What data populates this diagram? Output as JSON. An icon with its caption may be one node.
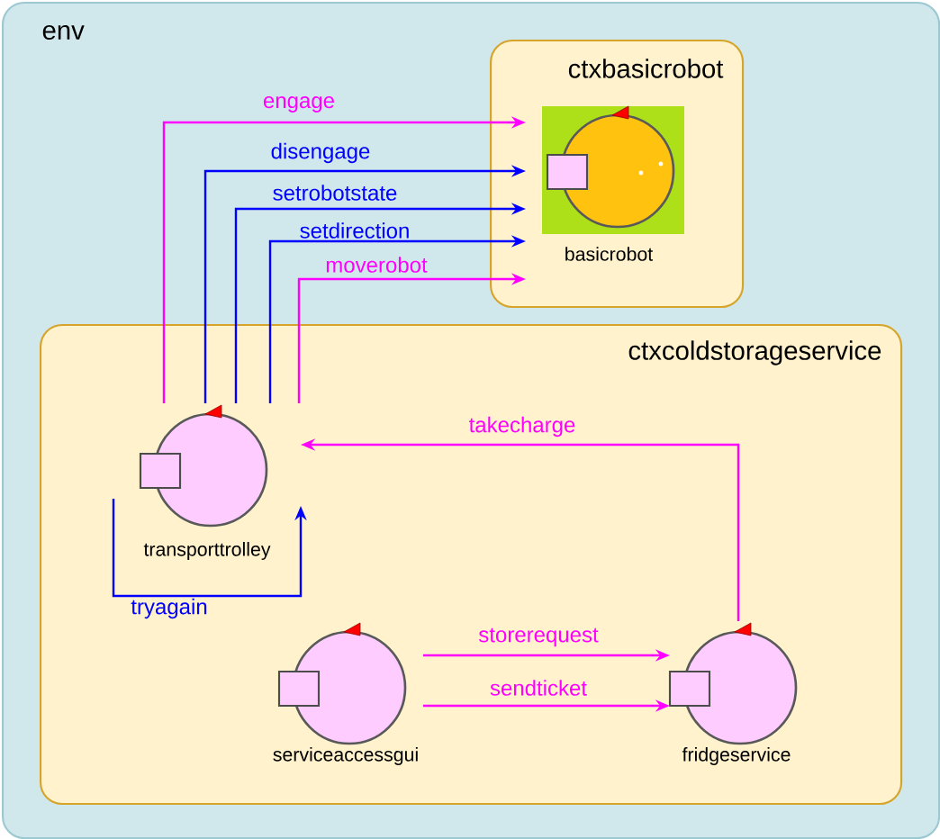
{
  "diagram": {
    "nodes": [
      {
        "text": [
          "env"
        ]
      },
      {
        "text": [
          "ctxbasicrobot"
        ],
        "in": 0
      },
      {
        "text": [
          "basicrobot"
        ],
        "in": 1
      },
      {
        "text": [
          "ctxcoldstorageservice"
        ],
        "in": 0
      },
      {
        "text": [
          "transporttrolley"
        ],
        "in": 3
      },
      {
        "text": [
          "serviceaccessgui"
        ],
        "in": 3
      },
      {
        "text": [
          "fridgeservice"
        ],
        "in": 3
      }
    ],
    "edges": [
      {
        "from": 4,
        "to": 2,
        "arrow": "to",
        "label": "engage"
      },
      {
        "from": 4,
        "to": 2,
        "arrow": "to",
        "label": "disengage",
        "color": "#0000ff"
      },
      {
        "from": 4,
        "to": 2,
        "arrow": "to",
        "label": "setrobotstate",
        "color": "#0000ff"
      },
      {
        "from": 4,
        "to": 2,
        "arrow": "to",
        "label": "setdirection",
        "color": "#0000ff"
      },
      {
        "from": 4,
        "to": 2,
        "arrow": "to",
        "label": "moverobot"
      },
      {
        "from": 6,
        "to": 4,
        "arrow": "to",
        "label": "takecharge"
      },
      {
        "from": 4,
        "to": 4,
        "arrow": "to",
        "label": "tryagain",
        "color": "#0000ff"
      },
      {
        "from": 5,
        "to": 6,
        "arrow": "to",
        "label": "storerequest"
      },
      {
        "from": 5,
        "to": 6,
        "arrow": "to",
        "label": "sendticket"
      }
    ]
  }
}
